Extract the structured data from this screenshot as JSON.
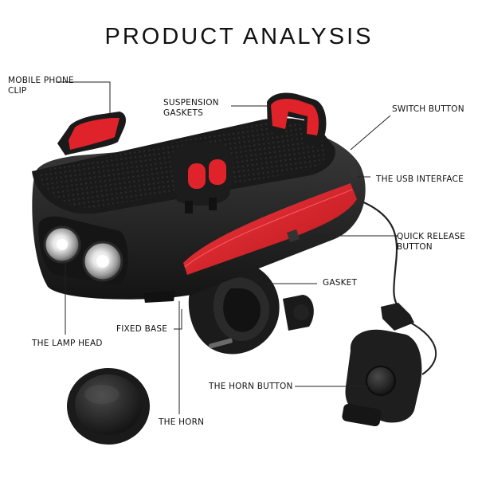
{
  "title": "PRODUCT ANALYSIS",
  "labels": {
    "mobile_phone_clip": [
      "MOBILE PHONE",
      "CLIP"
    ],
    "suspension_gaskets": [
      "SUSPENSION",
      "GASKETS"
    ],
    "switch_button": "SWITCH BUTTON",
    "usb_interface": "THE USB INTERFACE",
    "quick_release_button": [
      "QUICK RELEASE",
      "BUTTON"
    ],
    "gasket": "GASKET",
    "fixed_base": "FIXED BASE",
    "lamp_head": "THE LAMP HEAD",
    "horn_button": "THE HORN BUTTON",
    "horn": "THE HORN"
  },
  "colors": {
    "accent_red": "#e0232a",
    "body_black": "#1e1e1e",
    "text": "#111111",
    "leader_line": "#222222"
  }
}
